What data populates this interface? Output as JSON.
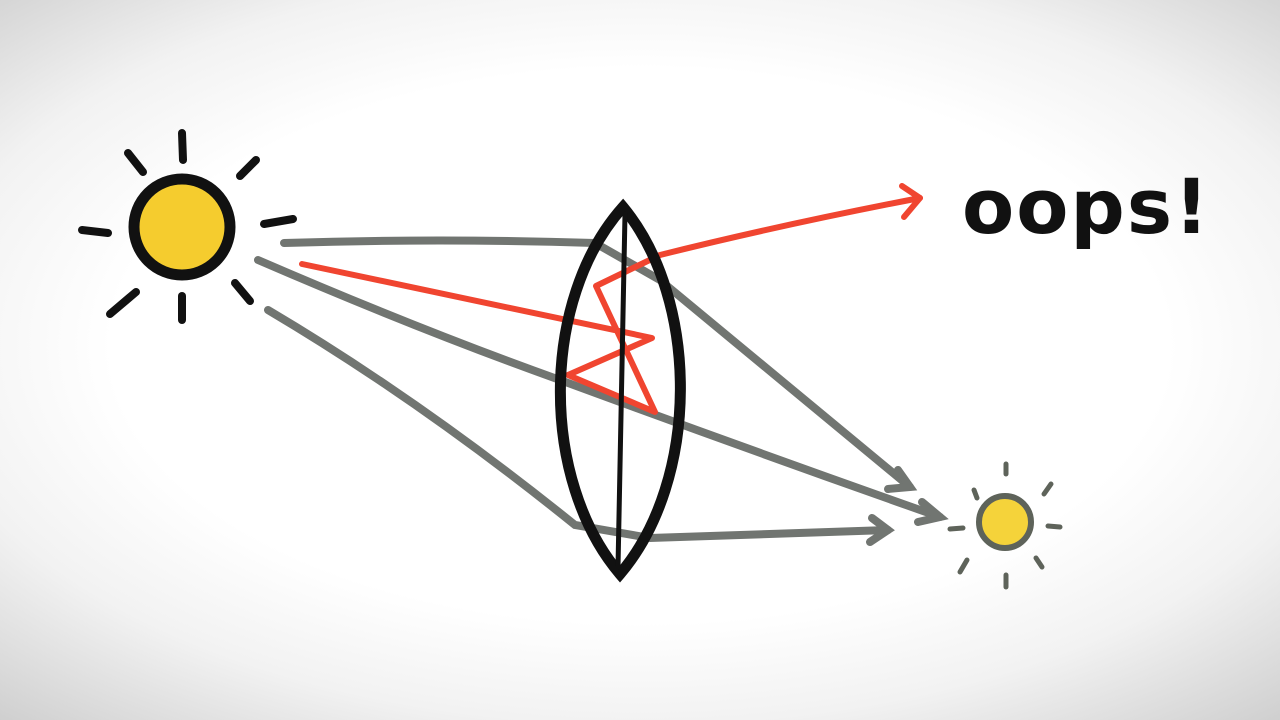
{
  "diagram": {
    "annotation": "oops!",
    "colors": {
      "sun_fill": "#f5cc2e",
      "outline": "#111111",
      "ray_gray": "#6a6e6a",
      "ray_red": "#f04530",
      "image_sun_outline": "#5e635a"
    },
    "elements": [
      "sun-source",
      "lens",
      "gray-rays",
      "reflected-red-ray",
      "image-sun",
      "oops-label"
    ]
  }
}
